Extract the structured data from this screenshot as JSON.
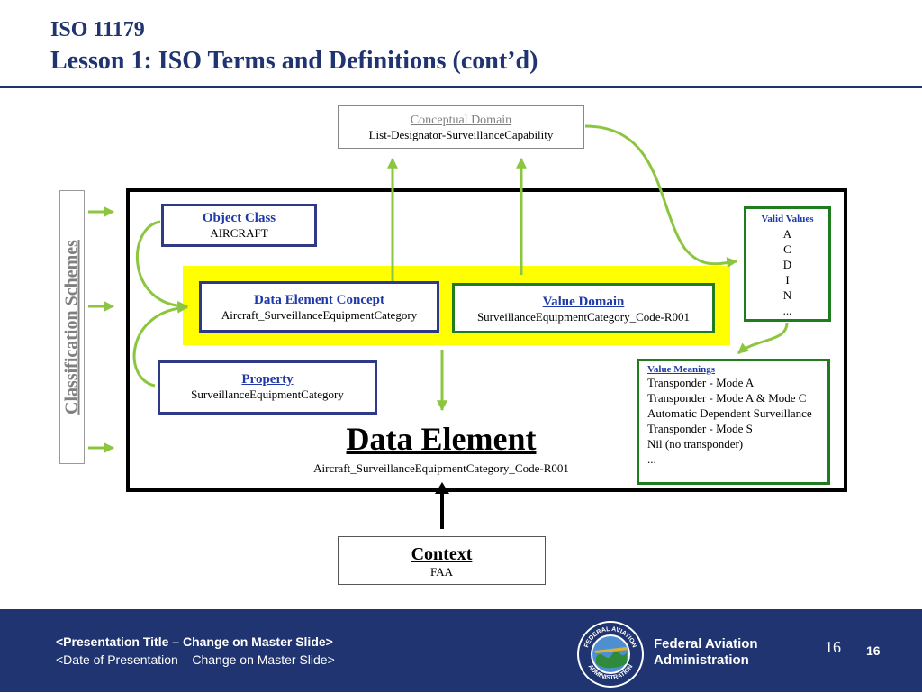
{
  "header": {
    "title_line1": "ISO 11179",
    "title_line2": "Lesson 1: ISO Terms and Definitions (cont’d)"
  },
  "diagram": {
    "conceptual_domain": {
      "label": "Conceptual Domain",
      "value": "List-Designator-SurveillanceCapability"
    },
    "classification_schemes": {
      "label": "Classification Schemes"
    },
    "object_class": {
      "label": "Object Class",
      "value": "AIRCRAFT"
    },
    "data_element_concept": {
      "label": "Data Element Concept",
      "value": "Aircraft_SurveillanceEquipmentCategory"
    },
    "value_domain": {
      "label": "Value Domain",
      "value": "SurveillanceEquipmentCategory_Code-R001"
    },
    "property": {
      "label": "Property",
      "value": "SurveillanceEquipmentCategory"
    },
    "data_element": {
      "label": "Data Element",
      "value": "Aircraft_SurveillanceEquipmentCategory_Code-R001"
    },
    "valid_values": {
      "label": "Valid Values",
      "items": [
        "A",
        "C",
        "D",
        "I",
        "N",
        "..."
      ]
    },
    "value_meanings": {
      "label": "Value Meanings",
      "items": [
        "Transponder - Mode A",
        "Transponder - Mode A & Mode C",
        "Automatic Dependent Surveillance",
        "Transponder - Mode S",
        "Nil (no transponder)",
        "..."
      ]
    },
    "context": {
      "label": "Context",
      "value": "FAA"
    }
  },
  "footer": {
    "presentation_title": "<Presentation Title – Change on Master Slide>",
    "presentation_date": "<Date of Presentation – Change on Master Slide>",
    "org_line1": "Federal Aviation",
    "org_line2": "Administration",
    "seal_top_text": "FEDERAL AVIATION",
    "seal_bottom_text": "ADMINISTRATION",
    "slide_number_placeholder": "16",
    "slide_number": "16"
  },
  "colors": {
    "title": "#1f3470",
    "navy_box": "#2e3a87",
    "green": "#1e7b1e",
    "arrow_green": "#8cc63f",
    "highlight_yellow": "#ffff00",
    "footer_bg": "#1f3470",
    "link_blue": "#1f3aa8",
    "grey_label": "#808080"
  }
}
